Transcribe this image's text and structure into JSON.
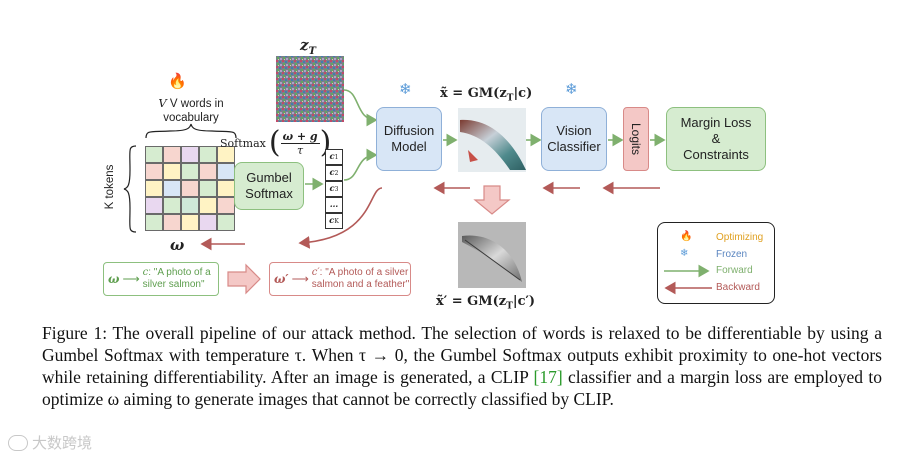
{
  "figure": {
    "z_t_label": "z",
    "z_t_sub": "T",
    "vocab_label_line1": "V words in",
    "vocab_label_line2": "vocabulary",
    "k_tokens_label": "K tokens",
    "omega_label": "ω",
    "softmax_label": "Softmax",
    "softmax_num": "ω + g",
    "softmax_den": "τ",
    "gumbel_box": "Gumbel Softmax",
    "c_labels": [
      "c",
      "c",
      "c",
      "…",
      "c"
    ],
    "c_subs": [
      "1",
      "2",
      "3",
      "",
      "K"
    ],
    "diffusion_box": "Diffusion Model",
    "gen_formula_top": "x̃ = GM(z",
    "gen_formula_top_sub": "T",
    "gen_formula_top_end": "|c)",
    "vision_box": "Vision Classifier",
    "logits_box": "Logits",
    "margin_box_line1": "Margin Loss",
    "margin_box_line2": "&",
    "margin_box_line3": "Constraints",
    "gen_formula_bottom": "x̃′ = GM(z",
    "gen_formula_bottom_sub": "T",
    "gen_formula_bottom_end": "|c′)",
    "prompt_left_sym": "ω",
    "prompt_left_c": "c",
    "prompt_left_text1": ": \"A photo of a",
    "prompt_left_text2": "silver salmon\"",
    "prompt_right_sym": "ω′",
    "prompt_right_c": "c′",
    "prompt_right_text1": ": \"A photo of a silver",
    "prompt_right_text2": "salmon and a feather\"",
    "legend": {
      "optimizing": "Optimizing",
      "frozen": "Frozen",
      "forward": "Forward",
      "backward": "Backward"
    },
    "colors": {
      "green_fill": "#d6ecd0",
      "blue_fill": "#d8e6f6",
      "red_fill": "#f4c8c6",
      "forward_arrow": "#7fb06e",
      "backward_arrow": "#b35a58",
      "optimizing_text": "#e0a020",
      "frozen_text": "#5b86c0"
    },
    "icons": [
      "fire-icon",
      "snowflake-icon"
    ]
  },
  "caption": {
    "prefix": "Figure 1: The overall pipeline of our attack method. The selection of words is relaxed to be differentiable by using a Gumbel Softmax with temperature τ. When τ → 0, the Gumbel Softmax outputs exhibit proximity to one-hot vectors while retaining differentiability. After an image is generated, a CLIP ",
    "ref": "[17]",
    "suffix": " classifier and a margin loss are employed to optimize ω aiming to generate images that cannot be correctly classified by CLIP."
  },
  "watermark": "大数跨境"
}
